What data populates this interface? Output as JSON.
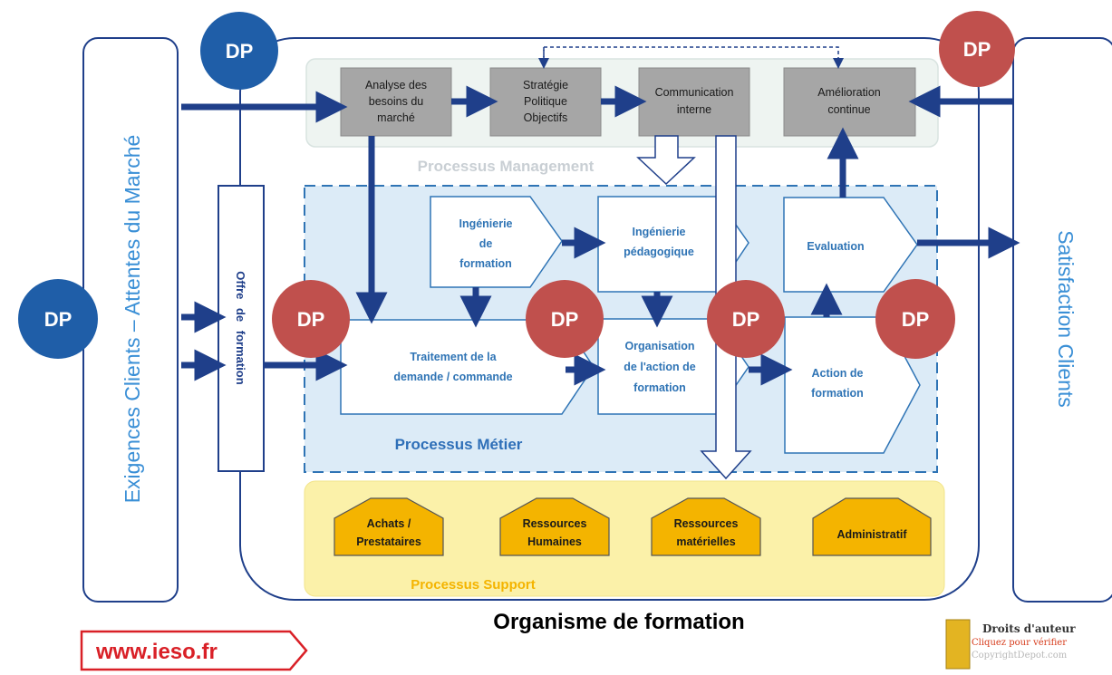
{
  "colors": {
    "dp_blue": "#1f5ea8",
    "dp_red": "#c0504d",
    "arrow_blue": "#1f3f8a",
    "management_gray": "#a6a6a6",
    "metier_blue": "#dcebf7",
    "support_yellow": "#fbf1a9",
    "support_box": "#f4b400"
  },
  "left_panel": {
    "text": "Exigences Clients – Attentes du Marché"
  },
  "right_panel": {
    "text": "Satisfaction Clients"
  },
  "offre": {
    "text": "Offre de formation"
  },
  "management": {
    "section_label": "Processus Management",
    "boxes": [
      {
        "lines": [
          "Analyse des",
          "besoins du",
          "marché"
        ]
      },
      {
        "lines": [
          "Stratégie",
          "Politique",
          "Objectifs"
        ]
      },
      {
        "lines": [
          "Communication",
          "interne"
        ]
      },
      {
        "lines": [
          "Amélioration",
          "continue"
        ]
      }
    ]
  },
  "metier": {
    "section_label": "Processus Métier",
    "ingenierie_formation": [
      "Ingénierie",
      "de",
      "formation"
    ],
    "ingenierie_pedagogique": [
      "Ingénierie",
      "pédagogique"
    ],
    "evaluation": [
      "Evaluation"
    ],
    "traitement": [
      "Traitement de la",
      "demande / commande"
    ],
    "organisation": [
      "Organisation",
      "de l'action de",
      "formation"
    ],
    "action": [
      "Action de",
      "formation"
    ]
  },
  "support": {
    "section_label": "Processus Support",
    "boxes": [
      {
        "lines": [
          "Achats /",
          "Prestataires"
        ]
      },
      {
        "lines": [
          "Ressources",
          "Humaines"
        ]
      },
      {
        "lines": [
          "Ressources",
          "matérielles"
        ]
      },
      {
        "lines": [
          "Administratif"
        ]
      }
    ]
  },
  "dp_label": "DP",
  "organisme_title": "Organisme de formation",
  "footer": {
    "url": "www.ieso.fr",
    "copyright": [
      "Droits d'auteur",
      "Cliquez pour vérifier",
      "CopyrightDepot.com"
    ]
  }
}
